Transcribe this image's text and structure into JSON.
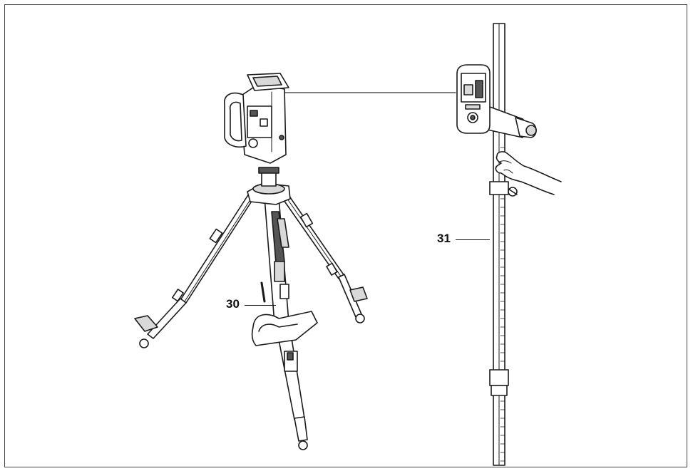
{
  "figure": {
    "callouts": [
      {
        "id": "tripod",
        "label": "30"
      },
      {
        "id": "leveling-rod",
        "label": "31"
      }
    ],
    "colors": {
      "line": "#1a1a1a",
      "fill": "#ffffff",
      "shade": "#d9d9d9",
      "dark": "#555555",
      "beam": "#444444"
    }
  }
}
